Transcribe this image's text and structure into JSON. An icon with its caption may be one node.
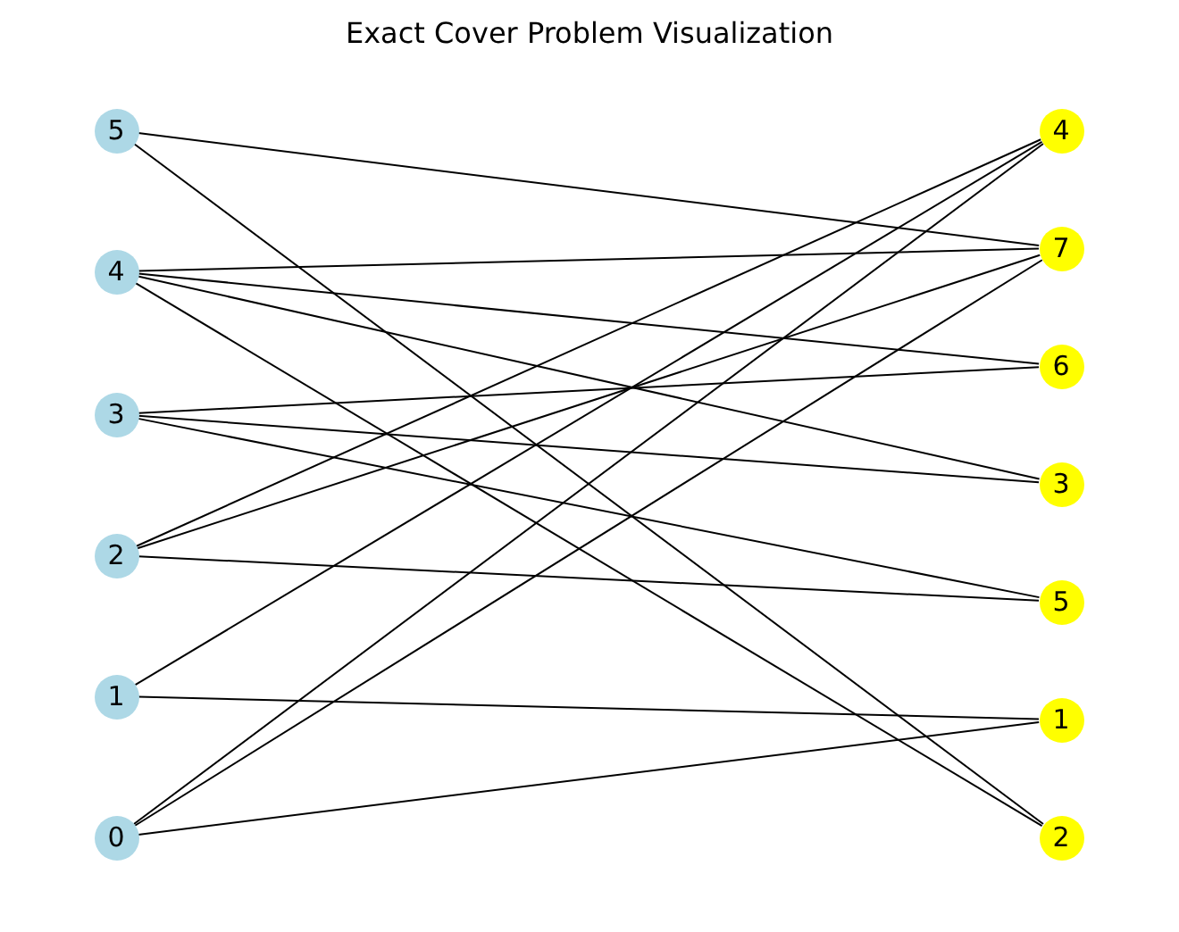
{
  "diagram": {
    "title": "Exact Cover Problem Visualization",
    "nodes": [
      {
        "text": [
          "5"
        ]
      },
      {
        "text": [
          "4"
        ]
      },
      {
        "text": [
          "3"
        ]
      },
      {
        "text": [
          "2"
        ]
      },
      {
        "text": [
          "1"
        ]
      },
      {
        "text": [
          "0"
        ]
      },
      {
        "text": [
          "4"
        ]
      },
      {
        "text": [
          "7"
        ]
      },
      {
        "text": [
          "6"
        ]
      },
      {
        "text": [
          "3"
        ]
      },
      {
        "text": [
          "5"
        ]
      },
      {
        "text": [
          "1"
        ]
      },
      {
        "text": [
          "2"
        ]
      }
    ],
    "edges": [
      {
        "from": 0,
        "to": 7,
        "arrow": "none"
      },
      {
        "from": 0,
        "to": 12,
        "arrow": "none"
      },
      {
        "from": 1,
        "to": 7,
        "arrow": "none"
      },
      {
        "from": 1,
        "to": 8,
        "arrow": "none"
      },
      {
        "from": 1,
        "to": 9,
        "arrow": "none"
      },
      {
        "from": 1,
        "to": 12,
        "arrow": "none"
      },
      {
        "from": 2,
        "to": 8,
        "arrow": "none"
      },
      {
        "from": 2,
        "to": 9,
        "arrow": "none"
      },
      {
        "from": 2,
        "to": 10,
        "arrow": "none"
      },
      {
        "from": 3,
        "to": 6,
        "arrow": "none"
      },
      {
        "from": 3,
        "to": 7,
        "arrow": "none"
      },
      {
        "from": 3,
        "to": 10,
        "arrow": "none"
      },
      {
        "from": 4,
        "to": 6,
        "arrow": "none"
      },
      {
        "from": 4,
        "to": 11,
        "arrow": "none"
      },
      {
        "from": 5,
        "to": 6,
        "arrow": "none"
      },
      {
        "from": 5,
        "to": 7,
        "arrow": "none"
      },
      {
        "from": 5,
        "to": 11,
        "arrow": "none"
      }
    ]
  }
}
